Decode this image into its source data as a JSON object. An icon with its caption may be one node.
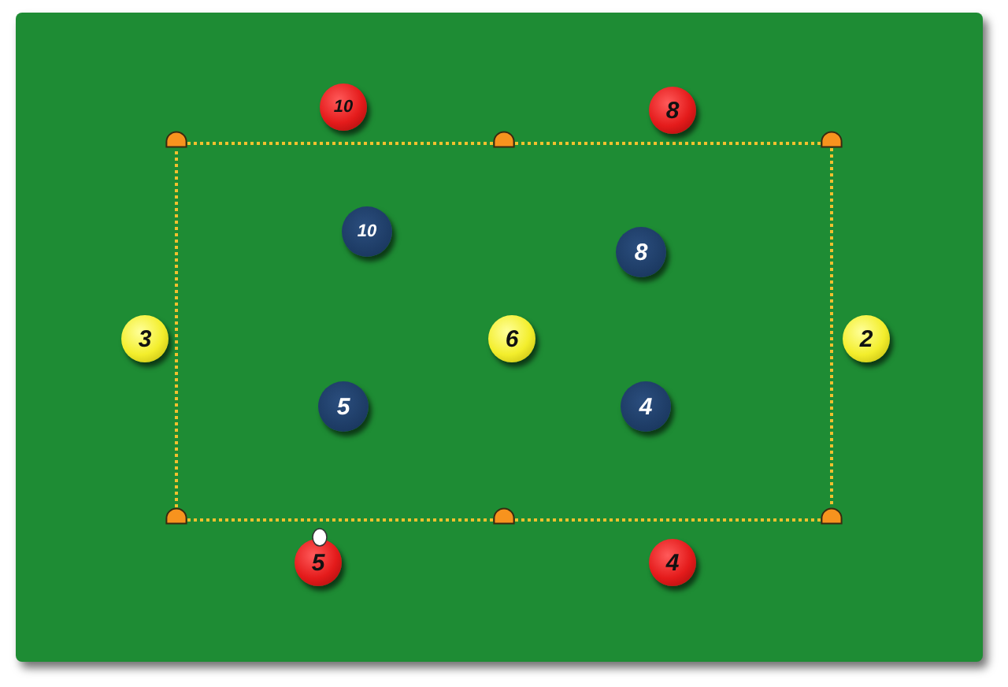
{
  "diagram": {
    "nodes": [
      {
        "text": [
          "10"
        ]
      },
      {
        "text": [
          "8"
        ]
      },
      {
        "text": [],
        "shape": "cone"
      },
      {
        "text": [],
        "shape": "cone"
      },
      {
        "text": [],
        "shape": "cone"
      },
      {
        "text": [
          "10"
        ]
      },
      {
        "text": [
          "8"
        ]
      },
      {
        "text": [
          "3"
        ]
      },
      {
        "text": [
          "6"
        ]
      },
      {
        "text": [
          "2"
        ]
      },
      {
        "text": [
          "5"
        ]
      },
      {
        "text": [
          "4"
        ]
      },
      {
        "text": [],
        "shape": "cone"
      },
      {
        "text": [],
        "shape": "cone"
      },
      {
        "text": [],
        "shape": "cone"
      },
      {
        "text": [
          "5"
        ]
      },
      {
        "text": [
          "4"
        ]
      }
    ],
    "edges": [
      {
        "from": 2,
        "to": 3,
        "arrow": "none",
        "style": "dashed"
      },
      {
        "from": 3,
        "to": 4,
        "arrow": "none",
        "style": "dashed"
      },
      {
        "from": 4,
        "to": 14,
        "arrow": "none",
        "style": "dashed"
      },
      {
        "from": 14,
        "to": 13,
        "arrow": "none",
        "style": "dashed"
      },
      {
        "from": 13,
        "to": 12,
        "arrow": "none",
        "style": "dashed"
      },
      {
        "from": 12,
        "to": 2,
        "arrow": "none",
        "style": "dashed"
      }
    ]
  }
}
